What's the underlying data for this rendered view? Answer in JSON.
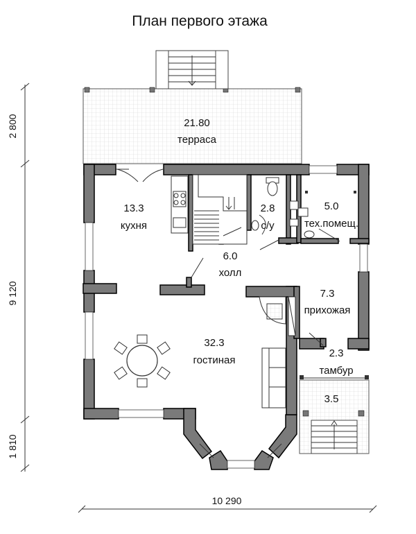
{
  "title": "План первого этажа",
  "rooms": [
    {
      "area": "21.80",
      "name": "терраса"
    },
    {
      "area": "13.3",
      "name": "кухня"
    },
    {
      "area": "2.8",
      "name": "с/у"
    },
    {
      "area": "5.0",
      "name": "тех.помещ."
    },
    {
      "area": "6.0",
      "name": "холл"
    },
    {
      "area": "7.3",
      "name": "прихожая"
    },
    {
      "area": "32.3",
      "name": "гостиная"
    },
    {
      "area": "2.3",
      "name": "тамбур"
    },
    {
      "area": "3.5",
      "name": ""
    }
  ],
  "dimensions": {
    "terrace_depth": "2 800",
    "house_depth": "9 120",
    "porch_depth": "1 810",
    "total_width": "10 290"
  },
  "colors": {
    "wall": "#7a7a7a",
    "grid": "#d4d4d4",
    "line": "#333333"
  }
}
